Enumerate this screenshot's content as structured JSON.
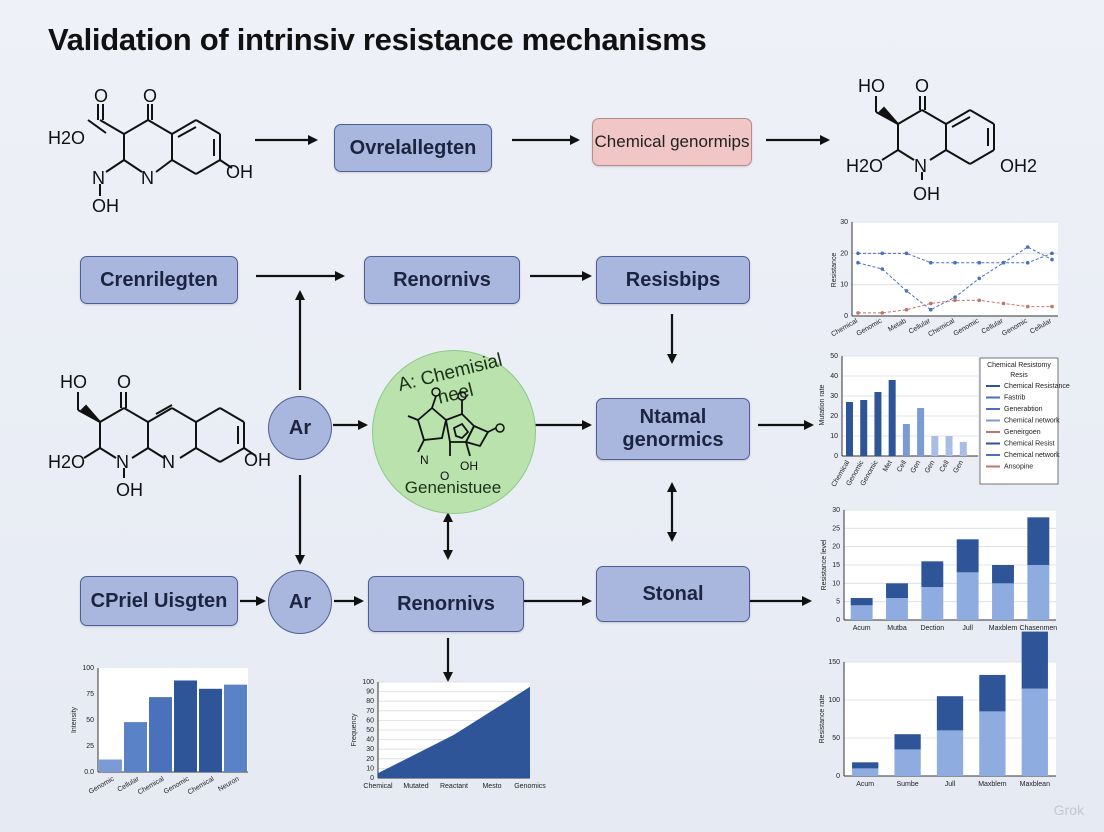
{
  "title": "Validation of intrinsiv resistance mechanisms",
  "boxes": {
    "ovrelallegten": "Ovrelallegten",
    "chemical_genormips": "Chemical genormips",
    "crenrilegten": "Crenrilegten",
    "renornivs_top": "Renornivs",
    "resisbips": "Resisbips",
    "ntamal_genormics": "Ntamal genormics",
    "cpriel_uisgten": "CPriel Uisgten",
    "renornivs_bottom": "Renornivs",
    "stonal": "Stonal",
    "ar_top": "Ar",
    "ar_bottom": "Ar"
  },
  "green_circle": {
    "top_text": "A: Chemisial neel",
    "bottom_text": "Genenistuee",
    "atom_labels": [
      "N",
      "OH",
      "O"
    ]
  },
  "molecules": {
    "top_left": [
      "H2O",
      "O",
      "O",
      "N",
      "OH",
      "N",
      "OH"
    ],
    "top_right": [
      "HO",
      "O",
      "H2O",
      "N",
      "OH2",
      "OH"
    ],
    "mid_left": [
      "HO",
      "O",
      "H2O",
      "N",
      "N",
      "OH",
      "OH"
    ]
  },
  "watermark": "Grok",
  "chart_data": [
    {
      "type": "line",
      "id": "line-top-right",
      "ylim": [
        0,
        30
      ],
      "yticks": [
        "0",
        "10",
        "20",
        "30",
        "40",
        "20",
        "20"
      ],
      "ylabel": "Resistance",
      "categories": [
        "Chemical",
        "Genomic",
        "Metab",
        "Cellular",
        "Chemical",
        "Genomic",
        "Cellular",
        "Genomic",
        "Cellular"
      ],
      "series": [
        {
          "values": [
            20,
            20,
            20,
            17,
            17,
            17,
            17,
            17,
            20
          ],
          "color": "#4a6fbf",
          "style": "dashed"
        },
        {
          "values": [
            17,
            15,
            8,
            2,
            6,
            12,
            17,
            22,
            18
          ],
          "color": "#4a6fbf",
          "style": "dashed"
        },
        {
          "values": [
            1,
            1,
            2,
            4,
            5,
            5,
            4,
            3,
            3
          ],
          "color": "#c0766a",
          "style": "dashed"
        }
      ]
    },
    {
      "type": "bar",
      "id": "bar-mid-right",
      "ylim": [
        0,
        50
      ],
      "yticks": [
        "0",
        "10",
        "20",
        "30",
        "40",
        "50"
      ],
      "ylabel": "Mutation rate",
      "categories": [
        "Chemical",
        "Genomic",
        "Genomic",
        "Met",
        "Cell",
        "Gen",
        "Gen",
        "Cell",
        "Gen"
      ],
      "values": [
        27,
        28,
        32,
        38,
        16,
        24,
        10,
        10,
        7
      ],
      "colors": [
        "#2d5598",
        "#2d5598",
        "#2d5598",
        "#2d5598",
        "#7a9bd6",
        "#7a9bd6",
        "#a9bde6",
        "#a9bde6",
        "#a9bde6"
      ],
      "legend_title": "Chemical Resistomy",
      "legend_subtitle": "Resis",
      "legend": [
        "Chemical Resistance",
        "Fastrib",
        "Generabtion",
        "Chemical network",
        "Geneirgoen",
        "Chemical Resist",
        "Chemical network",
        "Ansopine"
      ],
      "legend_colors": [
        "#2d5598",
        "#4a6fbf",
        "#4a6fbf",
        "#7a9bd6",
        "#c0766a",
        "#2d5598",
        "#4a6fbf",
        "#c0766a"
      ]
    },
    {
      "type": "bar",
      "id": "stacked-right-1",
      "ylim": [
        0,
        30
      ],
      "yticks": [
        "0",
        "5",
        "10",
        "15",
        "20",
        "25",
        "30"
      ],
      "ylabel": "Resistance level",
      "categories": [
        "Acum",
        "Mutba",
        "Dection",
        "Jull",
        "Maxblem",
        "Chasenmen"
      ],
      "series": [
        {
          "name": "",
          "values": [
            4,
            6,
            9,
            13,
            10,
            15
          ],
          "color": "#8eacdf"
        },
        {
          "name": "",
          "values": [
            2,
            4,
            7,
            9,
            5,
            13
          ],
          "color": "#2d5598"
        }
      ]
    },
    {
      "type": "bar",
      "id": "stacked-right-2",
      "ylim": [
        0,
        150
      ],
      "yticks": [
        "0",
        "50",
        "100",
        "150"
      ],
      "ylabel": "Resistance rate",
      "categories": [
        "Acum",
        "Sumbe",
        "Jull",
        "Maxblem",
        "Maxblean"
      ],
      "series": [
        {
          "name": "",
          "values": [
            10,
            35,
            60,
            85,
            115
          ],
          "color": "#8eacdf"
        },
        {
          "name": "",
          "values": [
            8,
            20,
            45,
            48,
            75
          ],
          "color": "#2d5598"
        }
      ]
    },
    {
      "type": "area",
      "id": "area-bottom-center",
      "ylim": [
        0,
        100
      ],
      "yticks": [
        "0",
        "10",
        "20",
        "30",
        "40",
        "50",
        "60",
        "70",
        "80",
        "90",
        "100"
      ],
      "ylabel": "Frequency",
      "categories": [
        "Chemical",
        "Mutated",
        "Reactant",
        "Mesto",
        "Genomics"
      ],
      "values": [
        5,
        25,
        45,
        70,
        95
      ],
      "color": "#2d5598"
    },
    {
      "type": "bar",
      "id": "bar-bottom-left",
      "ylim": [
        0,
        100
      ],
      "yticks": [
        "0.0",
        "25",
        "50",
        "75",
        "100"
      ],
      "ylabel": "Intensity",
      "categories": [
        "Genomic",
        "Cellular",
        "Chemical",
        "Genomic",
        "Chemical",
        "Neuron"
      ],
      "values": [
        12,
        48,
        72,
        88,
        80,
        84
      ],
      "colors": [
        "#7a9bd6",
        "#5a82c6",
        "#4a72bc",
        "#2d5598",
        "#2d5598",
        "#5a82c6"
      ]
    }
  ]
}
